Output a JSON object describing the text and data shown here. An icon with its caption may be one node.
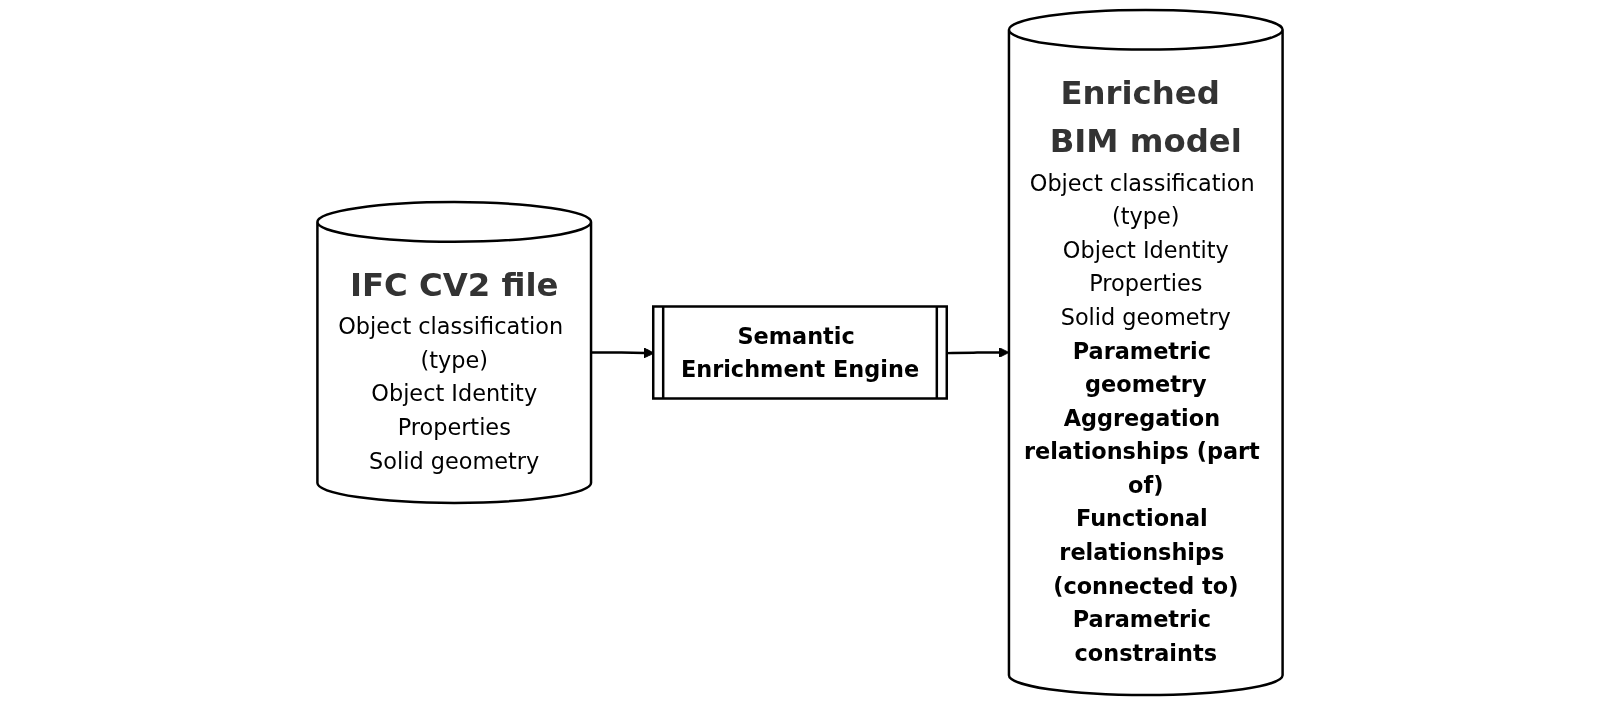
{
  "diagram": {
    "nodes": [
      {
        "text": [
          "IFC CV2 file",
          "Object classification (type)",
          "Object Identity",
          "Properties",
          "Solid geometry"
        ]
      },
      {
        "text": [
          "Enriched BIM model",
          "Object classification (type)",
          "Object Identity",
          "Properties",
          "Solid geometry",
          "**Parametric geometry**",
          "**Aggregation relationships (part of)**",
          "**Functional relationships (connected to)**",
          "**Parametric constraints**"
        ]
      },
      {
        "text": [
          "Semantic Enrichment Engine"
        ]
      }
    ],
    "edges": [
      {
        "from": 0,
        "to": 2,
        "arrow": "to"
      },
      {
        "from": 2,
        "to": 1,
        "arrow": "to"
      }
    ]
  }
}
